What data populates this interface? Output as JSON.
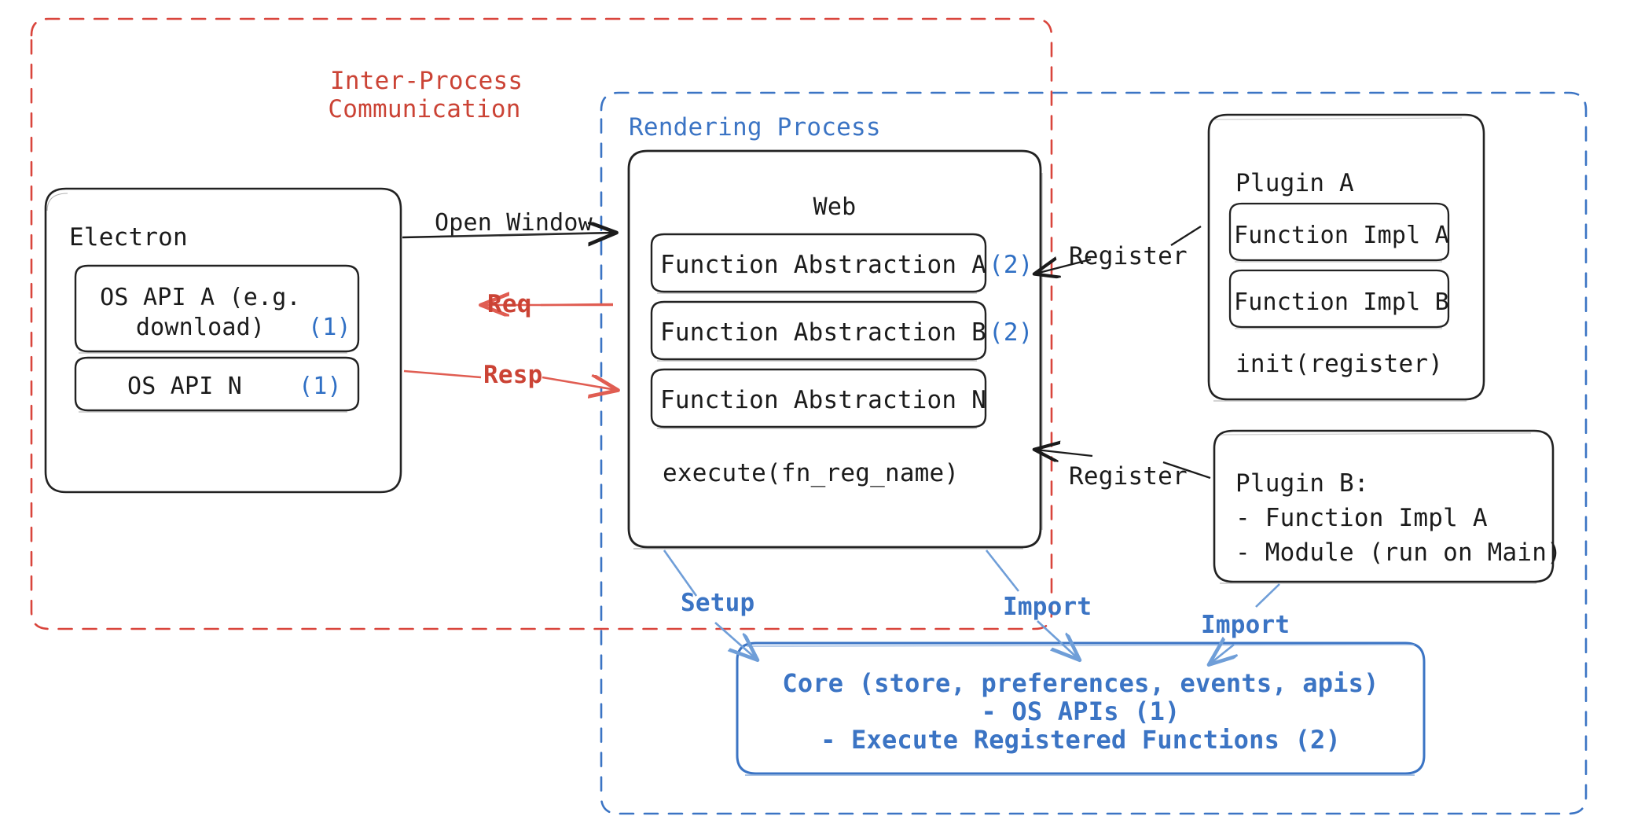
{
  "diagram": {
    "title_hidden": "",
    "containers": [
      {
        "name": "ipc",
        "label": "Inter-Process\nCommunication",
        "color": "#cb4335",
        "style": "dashed"
      },
      {
        "name": "rendering",
        "label": "Rendering Process",
        "color": "#3b74c4",
        "style": "dashed"
      }
    ],
    "ipc": {
      "label_line1": "Inter-Process",
      "label_line2": "Communication",
      "color": "#cb4335"
    },
    "rendering": {
      "label": "Rendering Process",
      "color": "#3b74c4"
    },
    "electron": {
      "title": "Electron",
      "items": [
        {
          "text": "OS API A (e.g.\ndownload)",
          "badge": "(1)"
        },
        {
          "text": "OS API N",
          "badge": "(1)"
        }
      ],
      "item0_line1": "OS API A (e.g.",
      "item0_line2": "download)",
      "item0_badge": "(1)",
      "item1_text": "OS API N",
      "item1_badge": "(1)"
    },
    "web": {
      "title": "Web",
      "functions": [
        {
          "label": "Function Abstraction A",
          "badge": "(2)"
        },
        {
          "label": "Function Abstraction B",
          "badge": "(2)"
        },
        {
          "label": "Function Abstraction N",
          "badge": ""
        }
      ],
      "fn0": "Function Abstraction A",
      "fn0_badge": "(2)",
      "fn1": "Function Abstraction B",
      "fn1_badge": "(2)",
      "fn2": "Function Abstraction N",
      "execute": "execute(fn_reg_name)"
    },
    "plugin_a": {
      "title": "Plugin A",
      "impl_a": "Function Impl A",
      "impl_b": "Function Impl B",
      "init": "init(register)"
    },
    "plugin_b": {
      "title": "Plugin B:",
      "line1": "- Function Impl A",
      "line2": "- Module (run on Main)"
    },
    "core": {
      "line1": "Core (store, preferences, events, apis)",
      "line2": "- OS APIs (1)",
      "line3": "- Execute Registered Functions (2)",
      "color": "#3b74c4"
    },
    "arrows": [
      {
        "name": "open-window",
        "label": "Open Window",
        "color": "#1b1b1b"
      },
      {
        "name": "req",
        "label": "Req",
        "color": "#cb4335"
      },
      {
        "name": "resp",
        "label": "Resp",
        "color": "#cb4335"
      },
      {
        "name": "register-a",
        "label": "Register",
        "color": "#1b1b1b"
      },
      {
        "name": "register-b",
        "label": "Register",
        "color": "#1b1b1b"
      },
      {
        "name": "setup",
        "label": "Setup",
        "color": "#3b74c4"
      },
      {
        "name": "import-web",
        "label": "Import",
        "color": "#3b74c4"
      },
      {
        "name": "import-plugin",
        "label": "Import",
        "color": "#3b74c4"
      }
    ],
    "arrow_open_window": "Open Window",
    "arrow_req": "Req",
    "arrow_resp": "Resp",
    "arrow_register_a": "Register",
    "arrow_register_b": "Register",
    "arrow_setup": "Setup",
    "arrow_import_web": "Import",
    "arrow_import_plugin": "Import"
  }
}
